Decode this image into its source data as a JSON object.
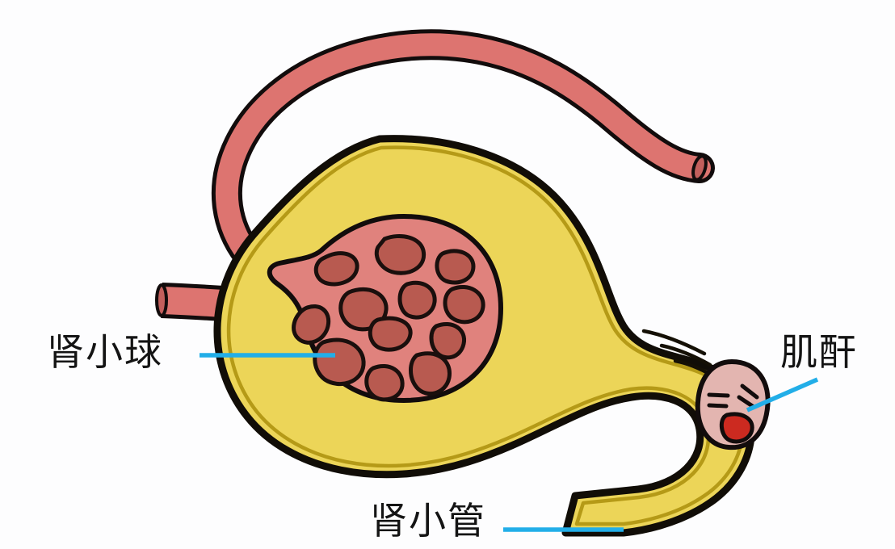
{
  "figure": {
    "kind": "anatomical-illustration",
    "subject": "kidney nephron: glomerulus, Bowman capsule / renal tubule, creatinine particle",
    "background_color": "#fdfdfe"
  },
  "labels": {
    "glomerulus": {
      "text": "肾小球",
      "leader_color": "#22aee8",
      "leader_from": [
        247,
        440
      ],
      "leader_to": [
        415,
        440
      ]
    },
    "creatinine": {
      "text": "肌酐",
      "leader_color": "#22aee8",
      "leader_from": [
        1012,
        470
      ],
      "leader_to": [
        925,
        508
      ]
    },
    "tubule": {
      "text": "肾小管",
      "leader_color": "#22aee8",
      "leader_from": [
        623,
        656
      ],
      "leader_to": [
        772,
        656
      ]
    }
  },
  "parts": {
    "arteriole": {
      "name": "blood vessel (afferent / efferent arteriole)",
      "fill": "#dd7470",
      "stroke": "#120c0c",
      "stroke_width": 5,
      "cut_end_fill": "#c25f5c"
    },
    "capsule": {
      "name": "Bowman capsule and renal tubule",
      "fill": "#ecd558",
      "stroke": "#110d07",
      "stroke_width": 7,
      "inner_stroke": "#b59a17",
      "inner_stroke_width": 4
    },
    "glomerulus": {
      "name": "glomerulus capillary tuft",
      "fill": "#e0827d",
      "stroke": "#120c0c",
      "stroke_width": 6,
      "capillary_fill": "#b85a50",
      "capillary_stroke": "#1a0f0d",
      "capillary_count": 13
    },
    "creatinine_particle": {
      "name": "creatinine particle with angry face",
      "fill": "#e3b5b0",
      "stroke": "#120c0c",
      "mouth_fill": "#cc2a20",
      "expression": "angry",
      "motion_lines": 3
    }
  }
}
